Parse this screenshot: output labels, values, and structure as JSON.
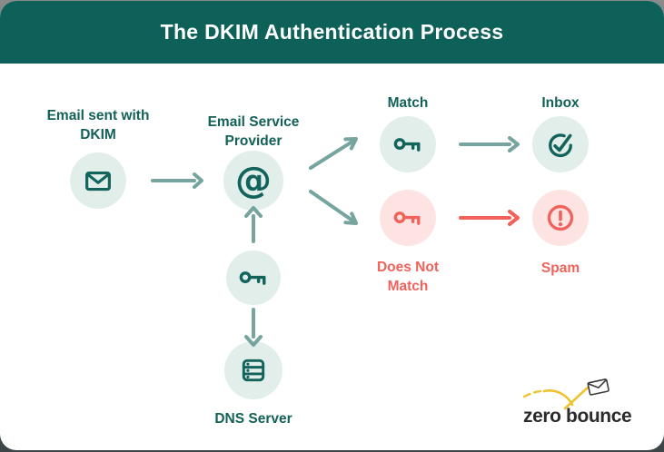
{
  "title": "The DKIM Authentication Process",
  "nodes": {
    "email_sent": {
      "label": "Email sent with\nDKIM",
      "icon": "envelope-icon"
    },
    "esp": {
      "label": "Email Service\nProvider",
      "icon": "at-sign-icon"
    },
    "dkim_key": {
      "icon": "key-icon"
    },
    "dns": {
      "label": "DNS Server",
      "icon": "server-icon"
    },
    "match": {
      "label": "Match",
      "icon": "key-icon"
    },
    "inbox": {
      "label": "Inbox",
      "icon": "check-circle-icon"
    },
    "no_match": {
      "label": "Does Not\nMatch",
      "icon": "key-icon"
    },
    "spam": {
      "label": "Spam",
      "icon": "alert-circle-icon"
    }
  },
  "logo": {
    "text": "zero bounce",
    "icon": "flying-envelope-icon"
  },
  "colors": {
    "header_teal": "#0e6159",
    "teal_dark": "#12635b",
    "teal_circle_bg": "#e2eeea",
    "arrow_teal": "#76a49e",
    "red": "#f2625b",
    "red_circle_bg": "#fde4e2",
    "logo_yellow": "#eec32d",
    "logo_text": "#2b2b2b"
  }
}
